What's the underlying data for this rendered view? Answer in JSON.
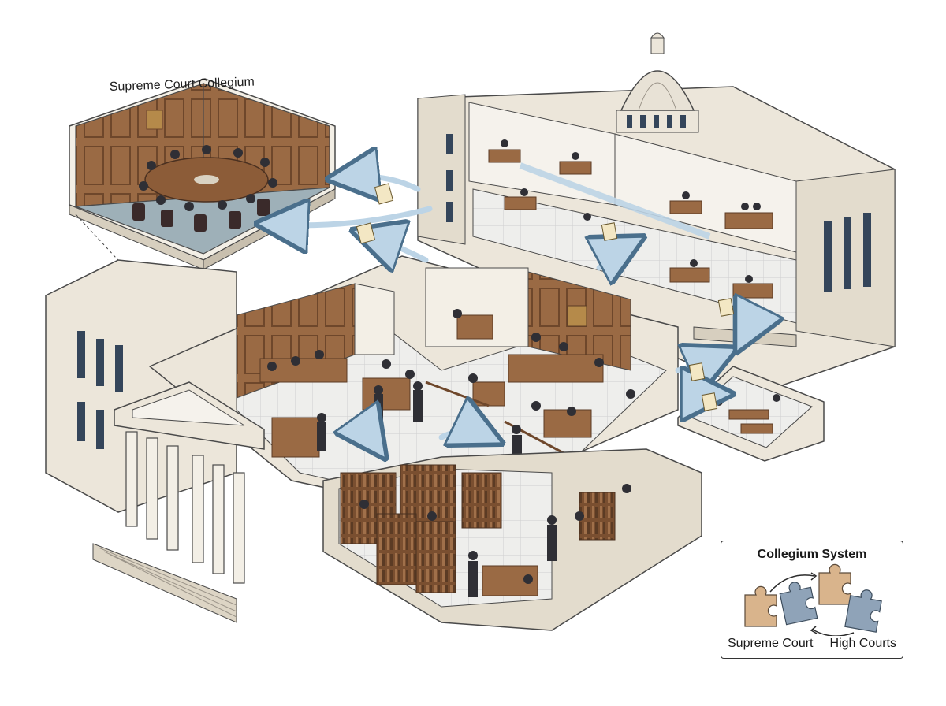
{
  "collegium_room": {
    "label": "Supreme Court Collegium"
  },
  "legend": {
    "title": "Collegium System",
    "left_label": "Supreme Court",
    "right_label": "High Courts",
    "colors": {
      "supreme_piece": "#d9b48c",
      "high_piece": "#8fa3b8",
      "arrow": "#2b2b2b"
    },
    "icons": [
      "puzzle-piece-icon",
      "circular-arrow-icon"
    ]
  },
  "palette": {
    "stone": "#ece6da",
    "stone_shadow": "#d7cfbf",
    "wood": "#9a6a44",
    "wood_dark": "#6e472b",
    "floor": "#e8e8e6",
    "collegium_floor": "#9eb0b8",
    "flow_arrow": "#bcd4e6",
    "outline": "#4a4a4a"
  }
}
